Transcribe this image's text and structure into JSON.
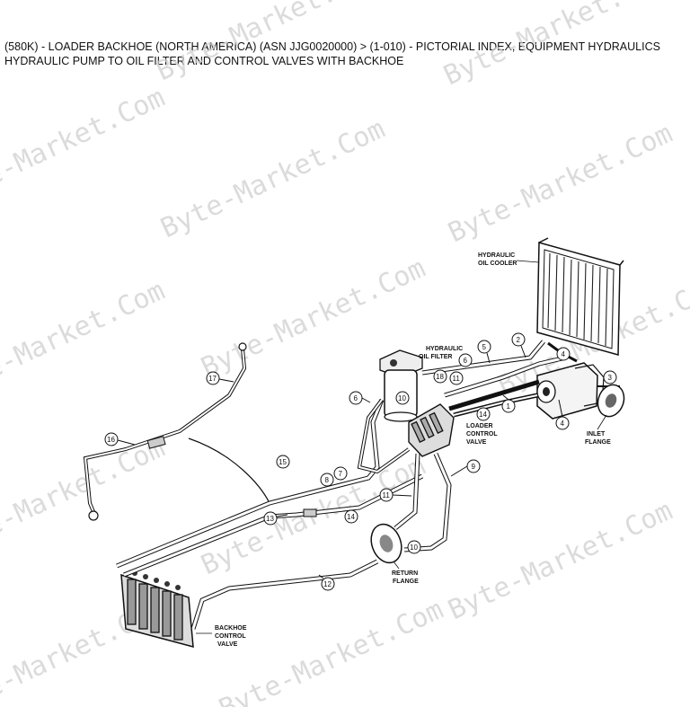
{
  "header": {
    "line1": "(580K) - LOADER BACKHOE (NORTH AMERICA) (ASN JJG0020000) > (1-010) - PICTORIAL INDEX, EQUIPMENT HYDRAULICS",
    "line2": "HYDRAULIC PUMP TO OIL FILTER AND CONTROL VALVES WITH BACKHOE"
  },
  "watermark": "Byte-Market.Com",
  "labels": {
    "hydraulic_oil_cooler": [
      "HYDRAULIC",
      "OIL COOLER"
    ],
    "hydraulic_oil_filter": [
      "HYDRAULIC",
      "OIL FILTER"
    ],
    "loader_control_valve": [
      "LOADER",
      "CONTROL",
      "VALVE"
    ],
    "inlet_flange": [
      "INLET",
      "FLANGE"
    ],
    "return_flange": [
      "RETURN",
      "FLANGE"
    ],
    "backhoe_control_valve": [
      "BACKHOE",
      "CONTROL",
      "VALVE"
    ]
  },
  "callouts": [
    "1",
    "2",
    "3",
    "4",
    "4",
    "5",
    "6",
    "6",
    "7",
    "8",
    "9",
    "10",
    "10",
    "11",
    "11",
    "12",
    "13",
    "14",
    "14",
    "15",
    "16",
    "17",
    "18"
  ]
}
